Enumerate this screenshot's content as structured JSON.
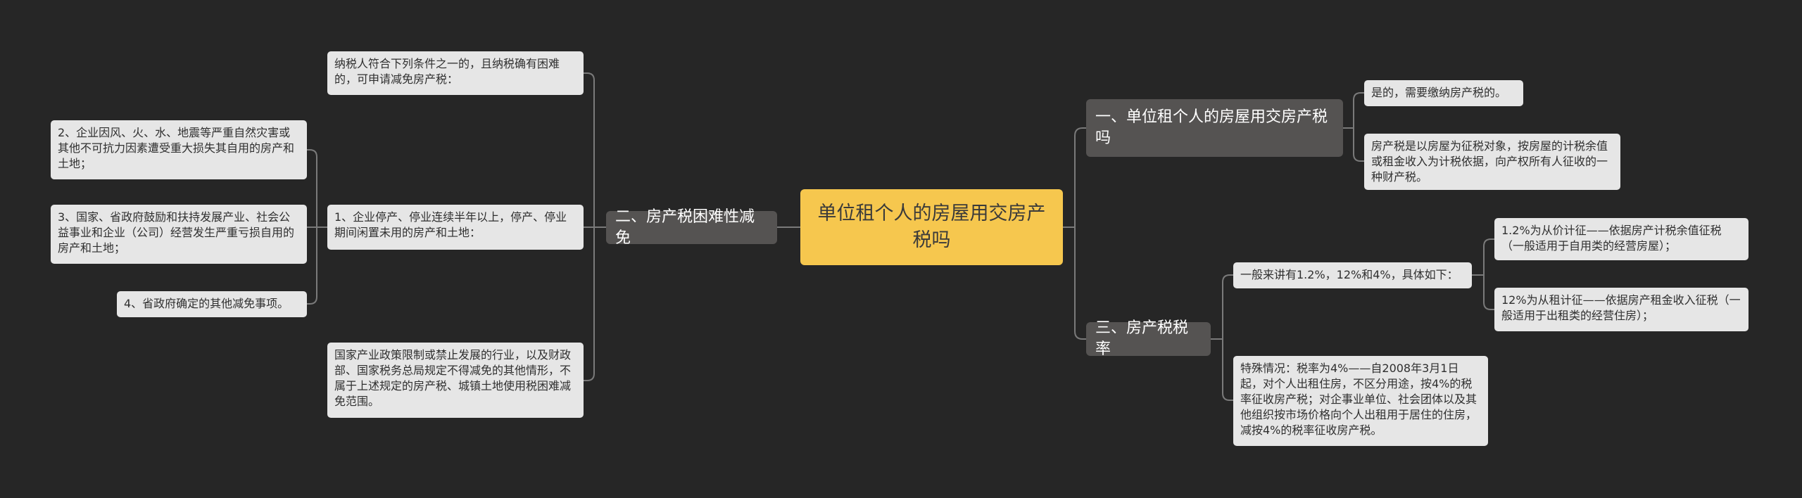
{
  "root": "单位租个人的房屋用交房产税吗",
  "right": {
    "b1": {
      "label": "一、单位租个人的房屋用交房产税吗",
      "items": [
        "是的，需要缴纳房产税的。",
        "房产税是以房屋为征税对象，按房屋的计税余值或租金收入为计税依据，向产权所有人征收的一种财产税。"
      ]
    },
    "b3": {
      "label": "三、房产税税率",
      "sub": "一般来讲有1.2%，12%和4%，具体如下：",
      "sub_items": [
        "1.2%为从价计征——依据房产计税余值征税（一般适用于自用类的经营房屋）；",
        "12%为从租计征——依据房产租金收入征税（一般适用于出租类的经营住房）；"
      ],
      "special": "特殊情况：税率为4%——自2008年3月1日起，对个人出租住房，不区分用途，按4%的税率征收房产税；对企事业单位、社会团体以及其他组织按市场价格向个人出租用于居住的住房，减按4%的税率征收房产税。"
    }
  },
  "left": {
    "b2": {
      "label": "二、房产税困难性减免",
      "top": "纳税人符合下列条件之一的，且纳税确有困难的，可申请减免房产税：",
      "mid": "1、企业停产、停业连续半年以上，停产、停业期间闲置未用的房产和土地：",
      "mid_items": [
        "2、企业因风、火、水、地震等严重自然灾害或其他不可抗力因素遭受重大损失其自用的房产和土地；",
        "3、国家、省政府鼓励和扶持发展产业、社会公益事业和企业（公司）经营发生严重亏损自用的房产和土地；",
        "4、省政府确定的其他减免事项。"
      ],
      "bottom": "国家产业政策限制或禁止发展的行业，以及财政部、国家税务总局规定不得减免的其他情形，不属于上述规定的房产税、城镇土地使用税困难减免范围。"
    }
  },
  "colors": {
    "background": "#262626",
    "root": "#f6c74e",
    "branch": "#555352",
    "leaf": "#e6e6e6",
    "line": "#7a7a7a"
  }
}
